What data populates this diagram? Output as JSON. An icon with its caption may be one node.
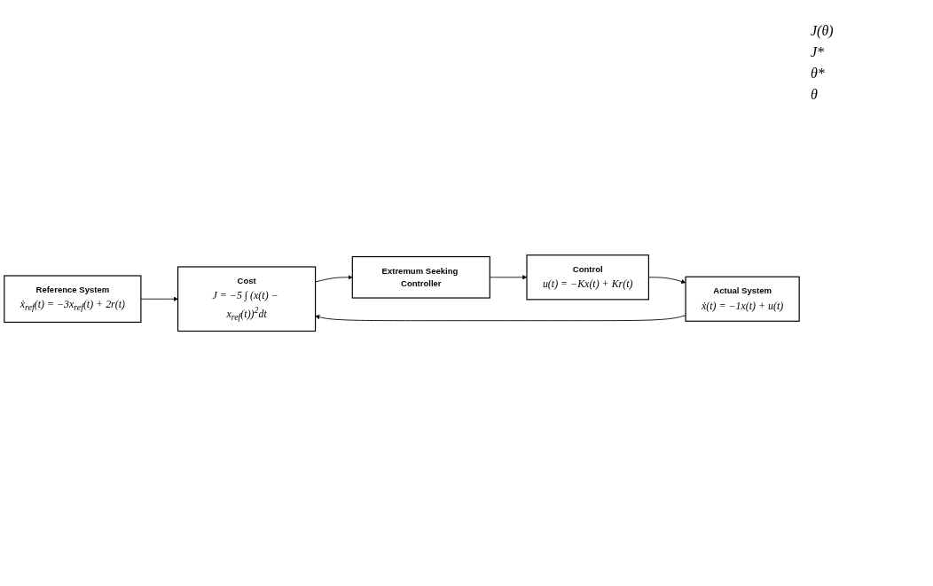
{
  "diagram": {
    "nodes": [
      {
        "text": [
          "Reference System",
          "ẋ$_{ref}$(t) = −3x$_{ref}$(t) + 2r(t)"
        ]
      },
      {
        "text": [
          "Cost",
          "J = −5 ∫ (x(t) − x$_{ref}$(t))$^{2}$dt"
        ]
      },
      {
        "text": [
          "Control",
          "u(t) = −Kx(t) + Kr(t)"
        ]
      },
      {
        "text": [
          "Actual System",
          "ẋ(t) = −1x(t) + u(t)"
        ]
      },
      {
        "text": [
          "Extremum Seeking Controller"
        ]
      }
    ],
    "edges": [
      {
        "from": 0,
        "to": 1,
        "arrow": "to"
      },
      {
        "from": 3,
        "to": 1,
        "arrow": "to"
      },
      {
        "from": 2,
        "to": 3,
        "arrow": "to"
      },
      {
        "from": 1,
        "to": 4,
        "arrow": "to"
      },
      {
        "from": 4,
        "to": 2,
        "arrow": "to"
      }
    ],
    "labels": [
      "J(θ)",
      "J*",
      "θ*",
      "θ"
    ]
  }
}
